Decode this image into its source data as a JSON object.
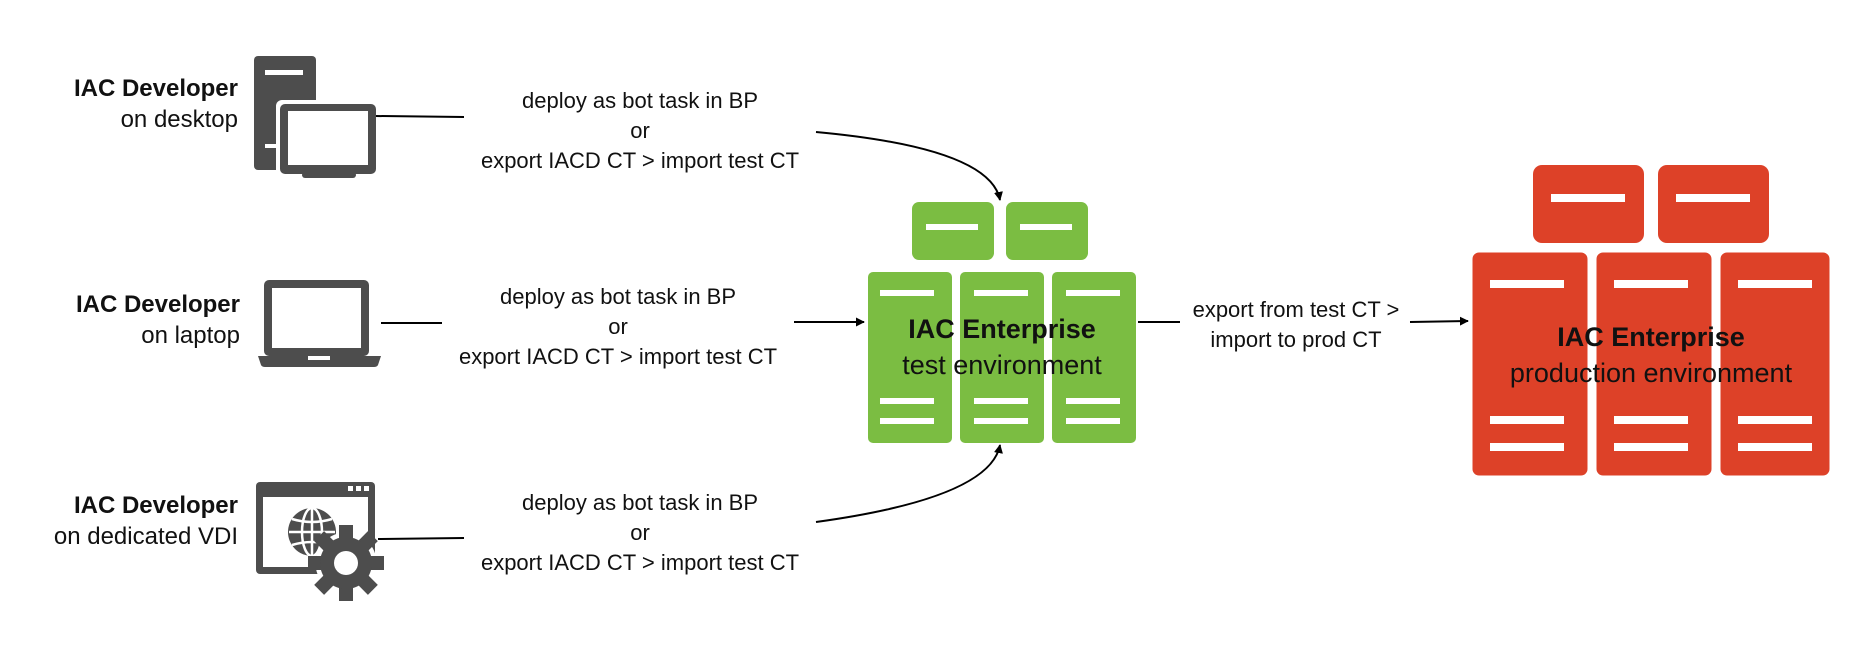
{
  "colors": {
    "device": "#4d4d4d",
    "test_env": "#7bbd42",
    "prod_env": "#dd4128",
    "line": "#000000"
  },
  "developers": [
    {
      "title": "IAC Developer",
      "subtitle": "on desktop",
      "icon": "desktop-computer-icon"
    },
    {
      "title": "IAC Developer",
      "subtitle": "on laptop",
      "icon": "laptop-icon"
    },
    {
      "title": "IAC Developer",
      "subtitle": "on dedicated VDI",
      "icon": "vdi-browser-gear-icon"
    }
  ],
  "deploy_edges": [
    {
      "line1": "deploy as bot task in BP",
      "line2": "or",
      "line3": "export IACD CT > import test CT"
    },
    {
      "line1": "deploy as bot task in BP",
      "line2": "or",
      "line3": "export IACD CT > import test CT"
    },
    {
      "line1": "deploy as bot task in BP",
      "line2": "or",
      "line3": "export IACD CT > import test CT"
    }
  ],
  "promote_edge": {
    "line1": "export from test CT >",
    "line2": "import to prod CT"
  },
  "test_env": {
    "title": "IAC Enterprise",
    "subtitle": "test environment",
    "icon": "server-cluster-icon"
  },
  "prod_env": {
    "title": "IAC Enterprise",
    "subtitle": "production environment",
    "icon": "server-cluster-icon"
  }
}
